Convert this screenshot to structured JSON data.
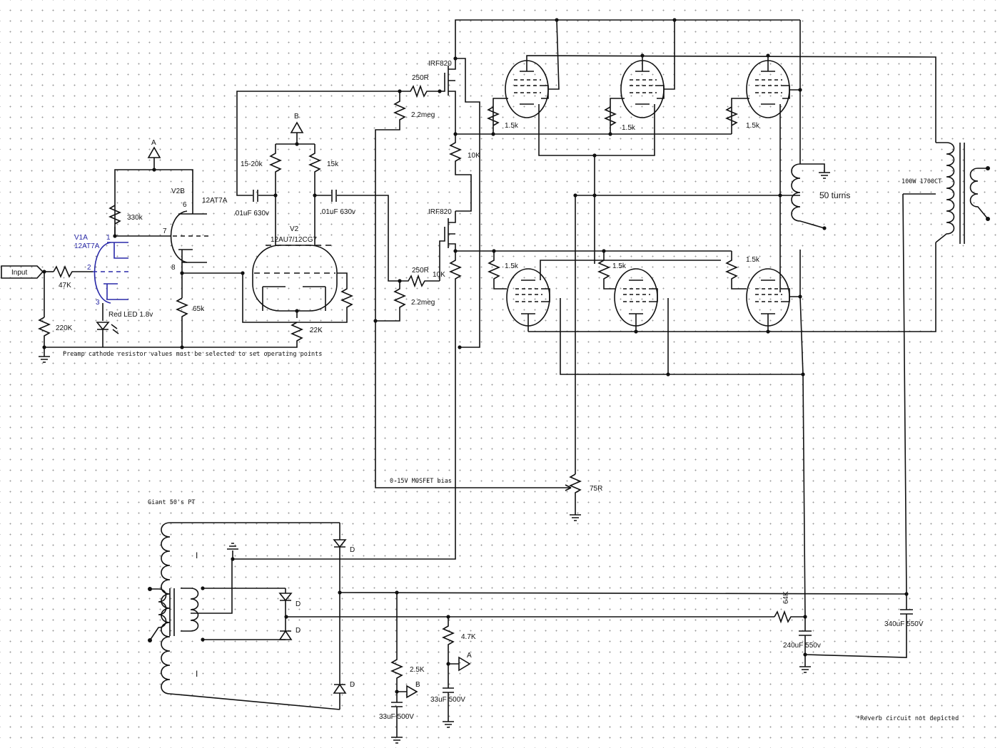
{
  "input": {
    "label": "Input"
  },
  "preamp": {
    "r_input": "47K",
    "r_grid": "220K",
    "r_plate": "330k",
    "r_cathode": "65k",
    "tube_a": "V1A",
    "tube_a_type": "12AT7A",
    "tube_b": "V2B",
    "tube_b_type": "12AT7A",
    "led": "Red LED 1.8v",
    "pin1": "1",
    "pin2": "2",
    "pin3": "3",
    "pin6": "6",
    "pin7": "7",
    "pin8": "8",
    "note": "Preamp cathode resistor values must be selected to set operating points"
  },
  "phase_inverter": {
    "tube": "V2",
    "tube_type": "12AU7/12CG7",
    "r_left": "15-20k",
    "r_right": "15k",
    "cap_left": ".01uF 630v",
    "cap_right": ".01uF 630v",
    "r_tail": "22K"
  },
  "rails": {
    "a": "A",
    "b": "B"
  },
  "mosfets": {
    "type": "IRF820",
    "gate_r": "250R",
    "bias_r": "2.2meg",
    "source_r": "10K"
  },
  "power_tubes": {
    "grid_r": "1.5k"
  },
  "bias": {
    "label": "0-15V MOSFET bias",
    "pot": "75R"
  },
  "choke": {
    "label": "50 turns"
  },
  "output_transformer": {
    "label": "100W 1700CT"
  },
  "power_supply": {
    "title": "Giant 50's PT",
    "diode": "D",
    "r_drop": "4.7K",
    "r_b": "2.5K",
    "r_64k": "64K",
    "cap_a": "33uF 500V",
    "cap_b": "33uF 500V",
    "cap_main1": "240uF 550v",
    "cap_main2": "340uF 550V"
  },
  "footnote": "*Reverb circuit not depicted"
}
